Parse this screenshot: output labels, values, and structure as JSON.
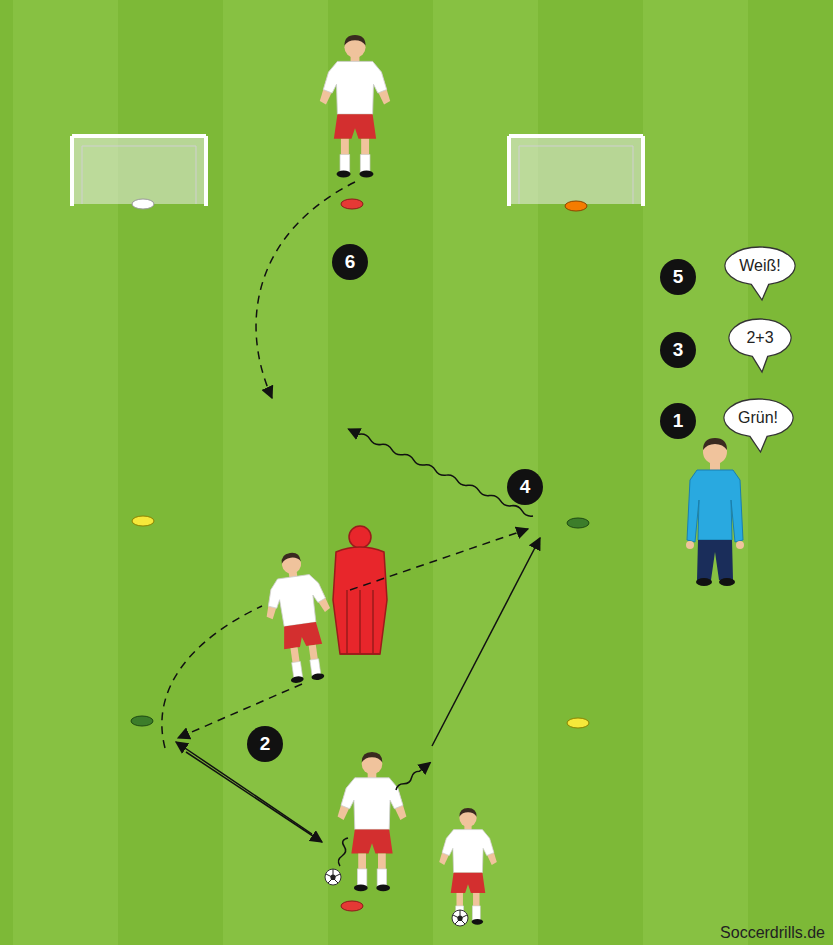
{
  "diagram": {
    "nodes": [
      {
        "text": [
          "6"
        ]
      },
      {
        "text": [
          "5"
        ]
      },
      {
        "text": [
          "Weiß!"
        ]
      },
      {
        "text": [
          "3"
        ]
      },
      {
        "text": [
          "2+3"
        ]
      },
      {
        "text": [
          "1"
        ]
      },
      {
        "text": [
          "Grün!"
        ]
      },
      {
        "text": [
          "4"
        ]
      },
      {
        "text": [
          "2"
        ]
      }
    ],
    "labels": [
      "Soccerdrills.de"
    ]
  }
}
